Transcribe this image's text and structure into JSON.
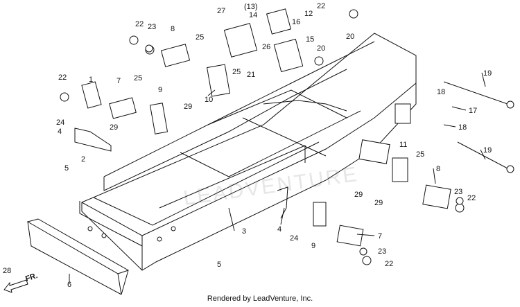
{
  "diagram": {
    "callouts": [
      "1",
      "2",
      "3",
      "4",
      "4",
      "5",
      "5",
      "6",
      "7",
      "7",
      "8",
      "8",
      "9",
      "9",
      "10",
      "11",
      "12",
      "(13)",
      "14",
      "15",
      "16",
      "17",
      "18",
      "18",
      "19",
      "19",
      "20",
      "20",
      "21",
      "22",
      "22",
      "22",
      "22",
      "22",
      "23",
      "23",
      "23",
      "24",
      "24",
      "25",
      "25",
      "25",
      "25",
      "26",
      "27",
      "28",
      "29",
      "29",
      "29",
      "29"
    ],
    "direction_label": "FR.",
    "watermark": "LEADVENTURE"
  },
  "footer": {
    "credit": "Rendered by LeadVenture, Inc."
  }
}
